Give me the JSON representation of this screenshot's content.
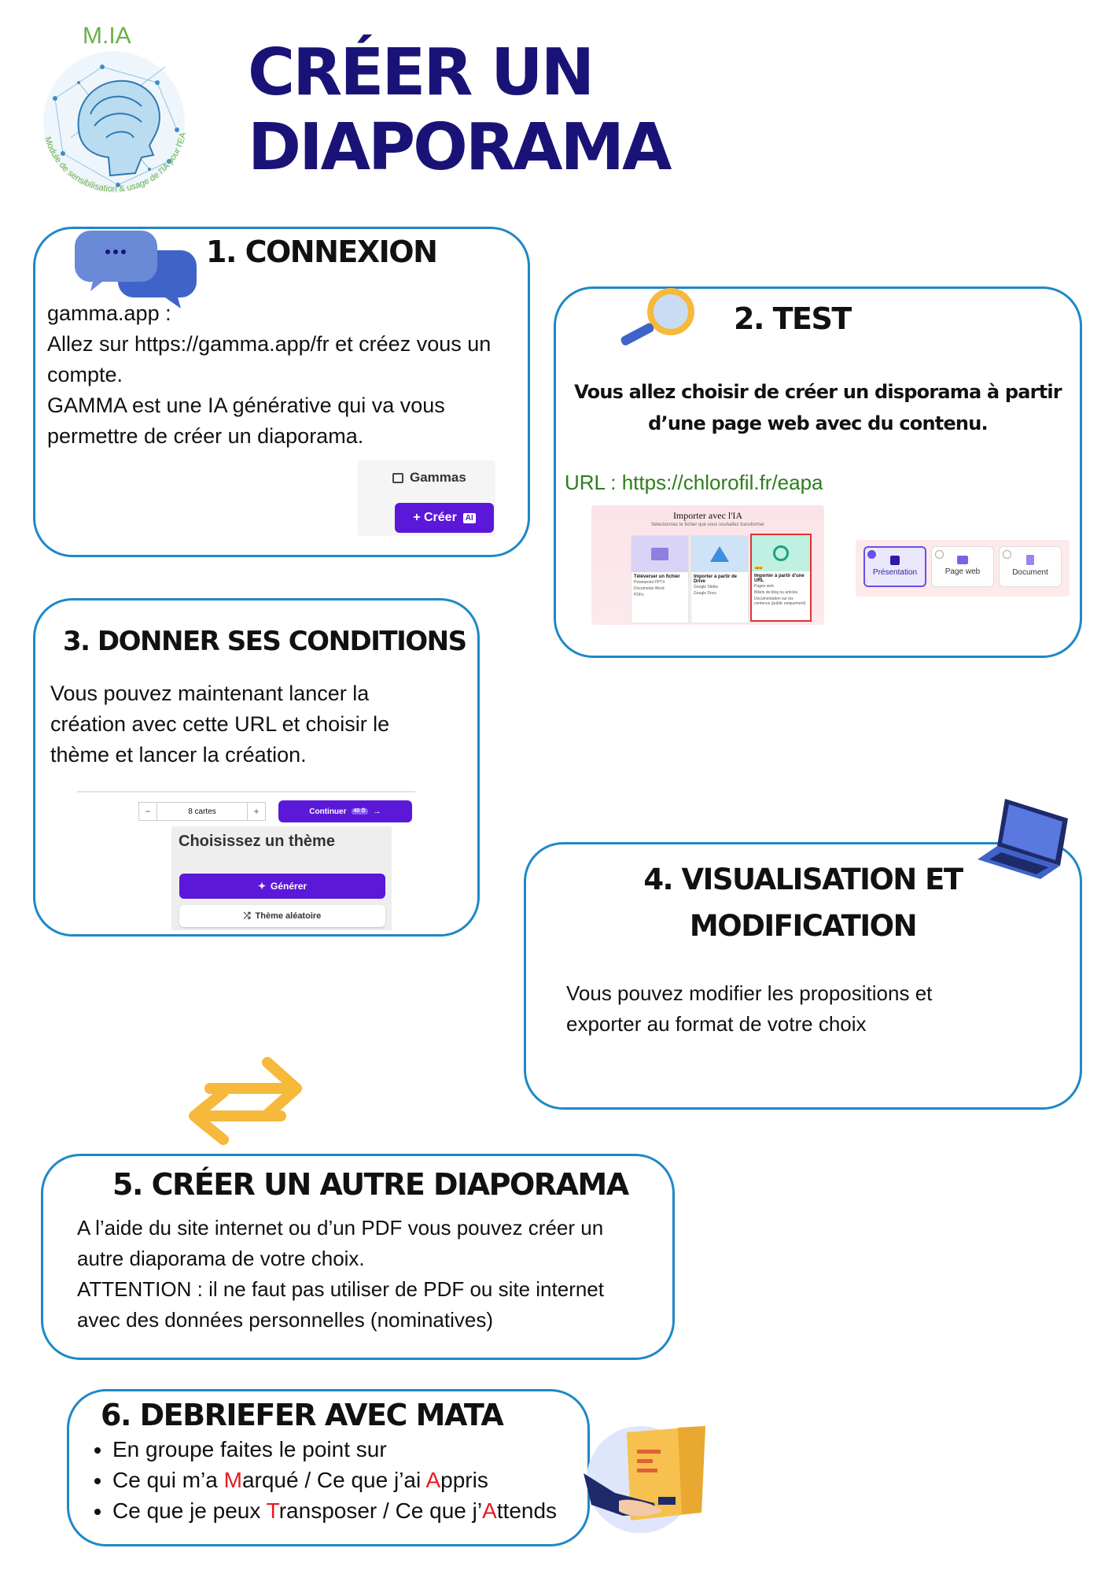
{
  "logo": {
    "label": "M.IA",
    "ring_text": "Module de sensibilisation & usage de l'IA pour l'EA"
  },
  "title": {
    "line1": "CRÉER UN",
    "line2": "DIAPORAMA"
  },
  "step1": {
    "title": "1. CONNEXION",
    "lines": [
      "gamma.app :",
      "Allez sur https://gamma.app/fr et créez vous un",
      "compte.",
      "GAMMA est une IA générative qui va vous",
      "permettre de créer un diaporama."
    ],
    "shot": {
      "gammas_label": "Gammas",
      "create_label": "+ Créer",
      "ai_badge": "AI"
    }
  },
  "step2": {
    "title": "2. TEST",
    "bold_lines": [
      "Vous allez  choisir de créer un disporama à partir",
      "d’une page web avec du contenu."
    ],
    "url_text": "URL : https://chlorofil.fr/eapa",
    "shot1": {
      "header": "Importer avec l'IA",
      "subheader": "Sélectionnez le fichier que vous souhaitez transformer",
      "cards": [
        {
          "title": "Téléverser un fichier",
          "items": [
            "Powerpoint PPTX",
            "Documents Word",
            "PDFs"
          ]
        },
        {
          "title": "Importer à partir de Drive",
          "items": [
            "Google Slides",
            "Google Docs"
          ]
        },
        {
          "title": "Importer à partir d'une URL",
          "items": [
            "Pages web",
            "Billets de blog ou articles",
            "Documentation sur les contenus (public uniquement)"
          ],
          "badge": "NEW"
        }
      ]
    },
    "shot2": {
      "options": [
        "Présentation",
        "Page web",
        "Document"
      ]
    }
  },
  "step3": {
    "title": "3. DONNER SES CONDITIONS",
    "lines": [
      "Vous pouvez maintenant lancer la",
      "création avec cette URL et choisir le",
      "thème et lancer la création."
    ],
    "shot": {
      "minus": "−",
      "cards_value": "8 cartes",
      "plus": "+",
      "continue_label": "Continuer",
      "continue_badge": "40 ⏱",
      "theme_heading": "Choisissez un thème",
      "generate_label": "Générer",
      "random_label": "Thème aléatoire"
    }
  },
  "step4": {
    "title_lines": [
      "4. VISUALISATION ET",
      "MODIFICATION"
    ],
    "lines": [
      "Vous pouvez modifier les propositions et",
      "exporter au format de votre choix"
    ]
  },
  "step5": {
    "title": "5. CRÉER UN AUTRE DIAPORAMA",
    "lines": [
      "A l’aide du site internet ou d’un PDF vous pouvez créer un",
      "autre diaporama de votre choix.",
      "ATTENTION : il ne faut pas utiliser de PDF ou site internet",
      "avec des données personnelles (nominatives)"
    ]
  },
  "step6": {
    "title": "6.  DEBRIEFER AVEC  MATA",
    "bullets": [
      {
        "segments": [
          {
            "text": "En groupe faites le point sur",
            "highlight": false
          }
        ]
      },
      {
        "segments": [
          {
            "text": "Ce qui m’a ",
            "highlight": false
          },
          {
            "text": "M",
            "highlight": true
          },
          {
            "text": "arqué / Ce que j’ai ",
            "highlight": false
          },
          {
            "text": "A",
            "highlight": true
          },
          {
            "text": "ppris",
            "highlight": false
          }
        ]
      },
      {
        "segments": [
          {
            "text": "Ce que je peux ",
            "highlight": false
          },
          {
            "text": "T",
            "highlight": true
          },
          {
            "text": "ransposer / Ce que j’",
            "highlight": false
          },
          {
            "text": "A",
            "highlight": true
          },
          {
            "text": "ttends",
            "highlight": false
          }
        ]
      }
    ]
  },
  "colors": {
    "title": "#1a1377",
    "border": "#1e88c8",
    "accent_purple": "#5b18d8",
    "url_green": "#2e7d1e",
    "highlight_red": "#e31b23",
    "arrow_yellow": "#f6b93b",
    "logo_green": "#6ab04c"
  }
}
